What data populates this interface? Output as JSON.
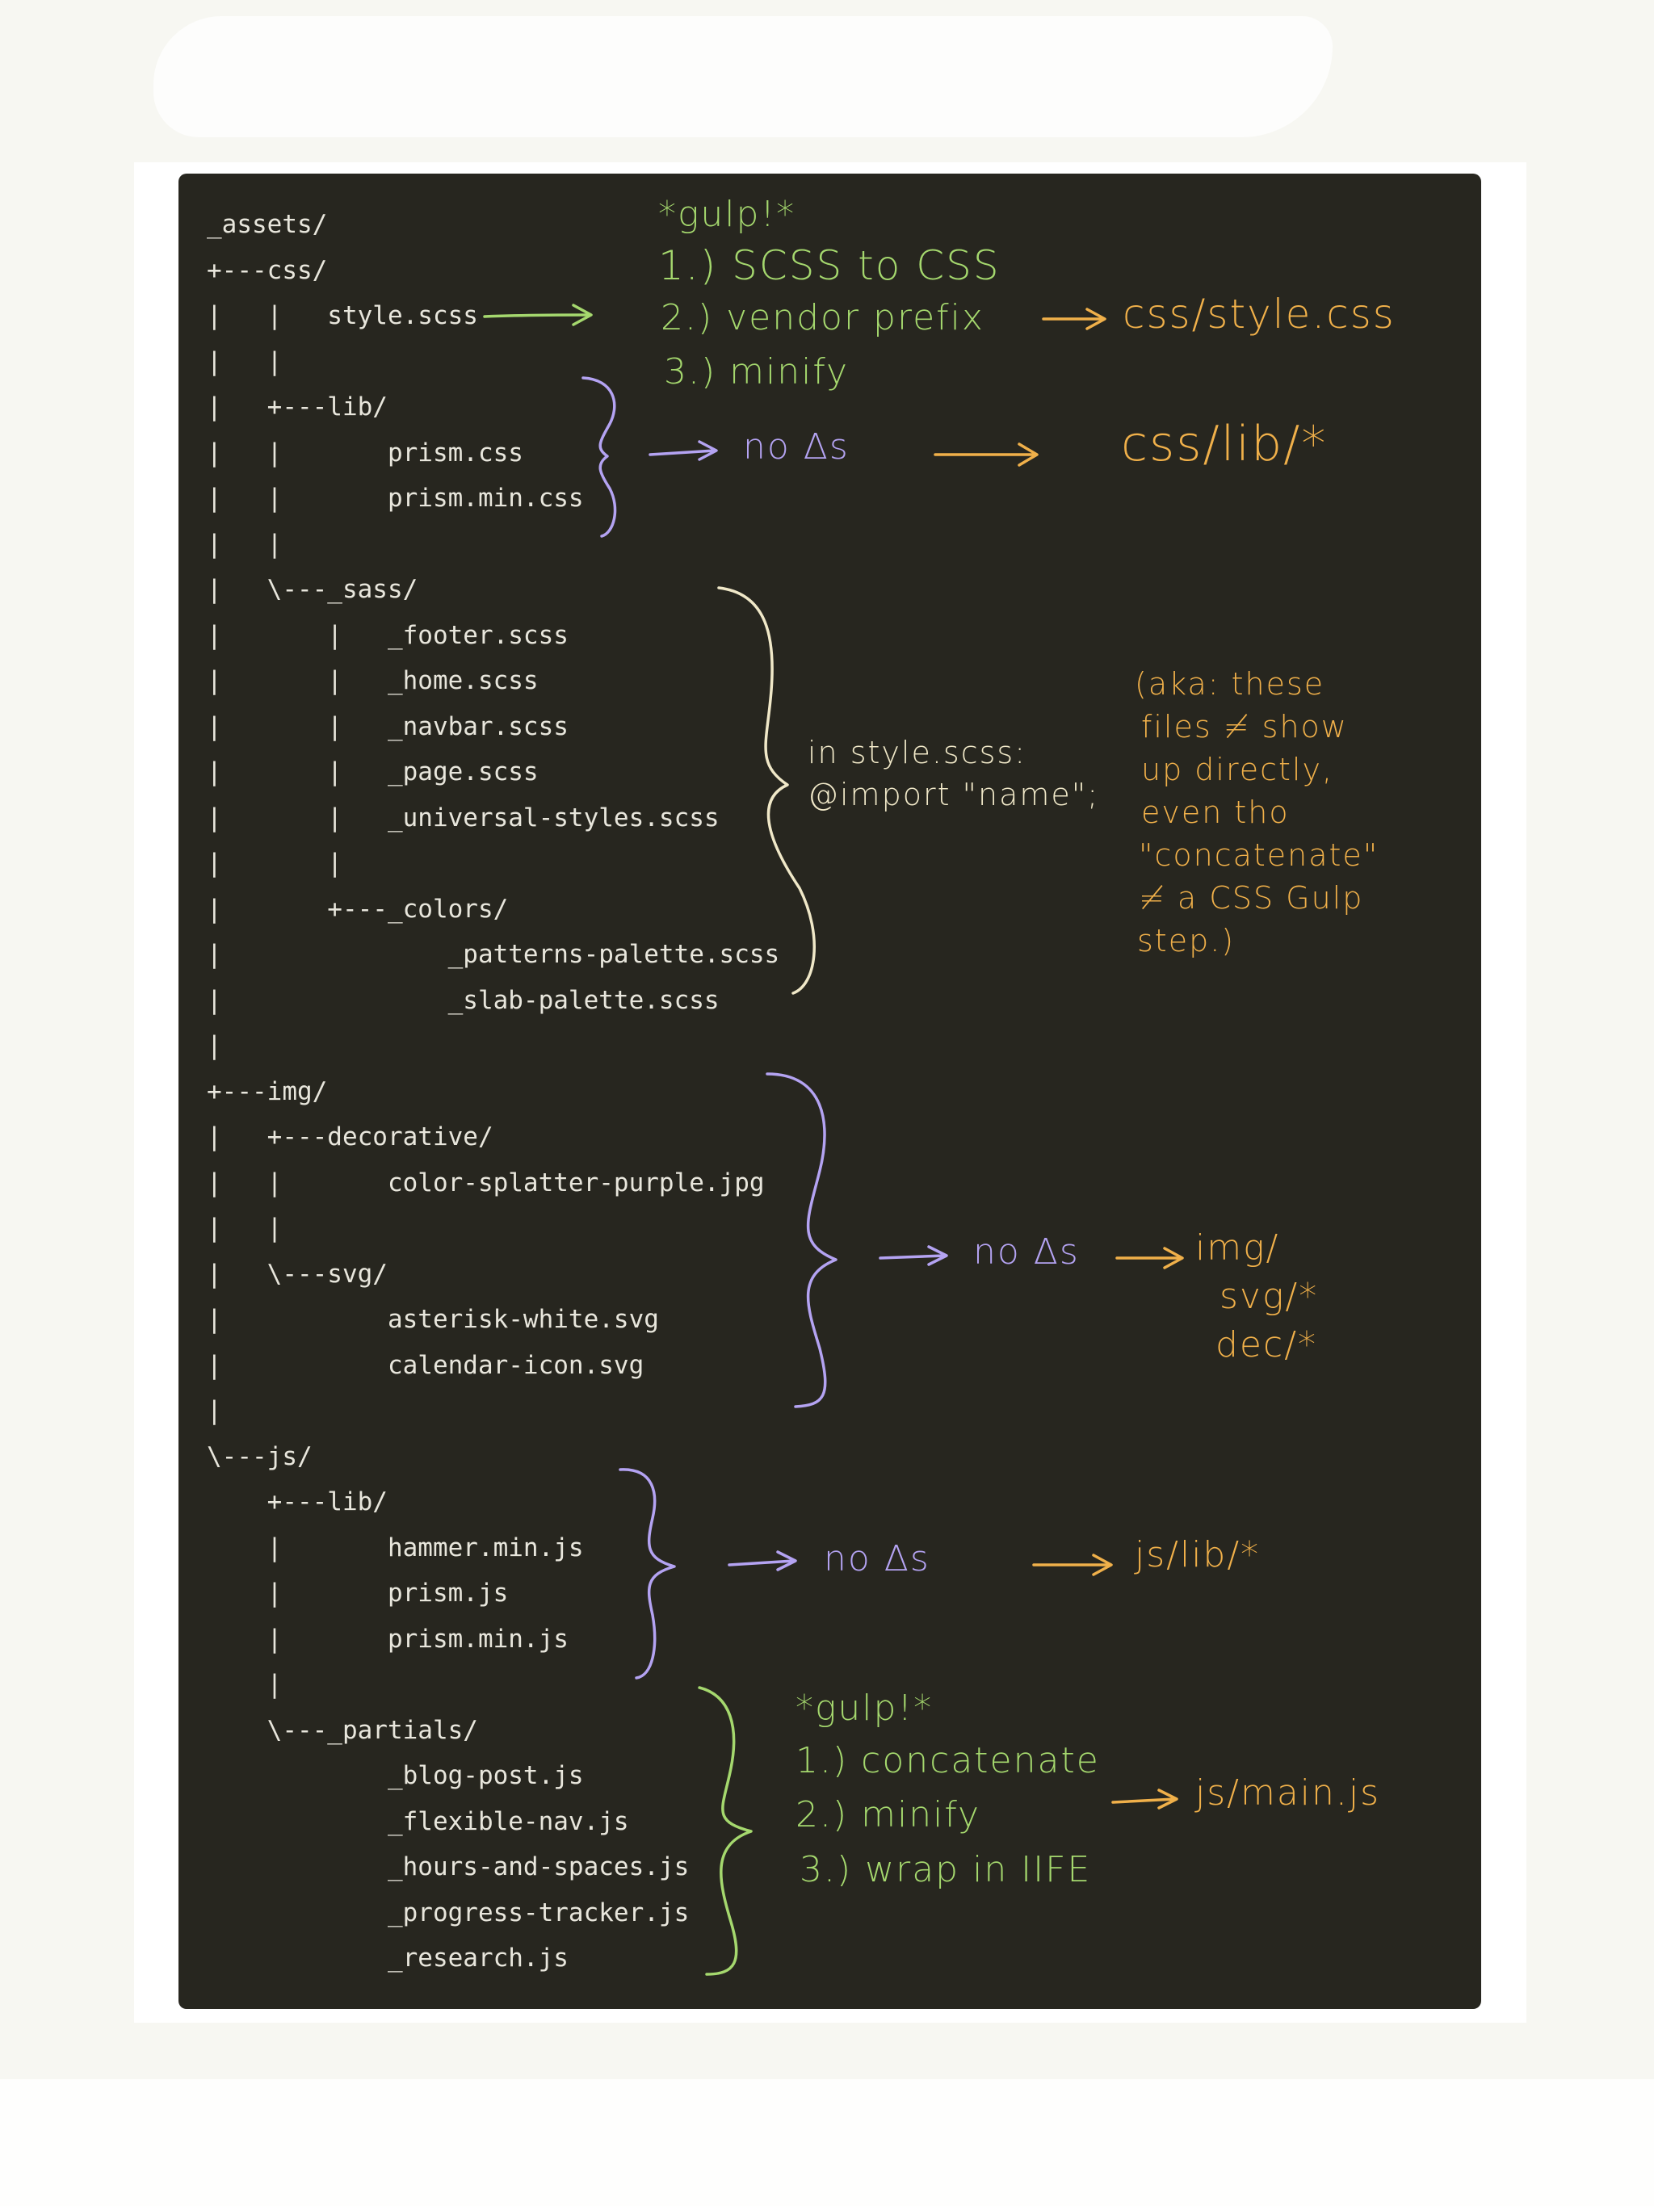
{
  "tree_lines": [
    "_assets/",
    "+---css/",
    "|   |   style.scss",
    "|   |",
    "|   +---lib/",
    "|   |       prism.css",
    "|   |       prism.min.css",
    "|   |",
    "|   \\---_sass/",
    "|       |   _footer.scss",
    "|       |   _home.scss",
    "|       |   _navbar.scss",
    "|       |   _page.scss",
    "|       |   _universal-styles.scss",
    "|       |",
    "|       +---_colors/",
    "|               _patterns-palette.scss",
    "|               _slab-palette.scss",
    "|",
    "+---img/",
    "|   +---decorative/",
    "|   |       color-splatter-purple.jpg",
    "|   |",
    "|   \\---svg/",
    "|           asterisk-white.svg",
    "|           calendar-icon.svg",
    "|",
    "\\---js/",
    "    +---lib/",
    "    |       hammer.min.js",
    "    |       prism.js",
    "    |       prism.min.js",
    "    |",
    "    \\---_partials/",
    "            _blog-post.js",
    "            _flexible-nav.js",
    "            _hours-and-spaces.js",
    "            _progress-tracker.js",
    "            _research.js"
  ],
  "annotations": {
    "css_gulp": {
      "title": "*gulp!*",
      "steps": [
        "1.) SCSS to CSS",
        "2.) vendor prefix",
        "3.) minify"
      ],
      "output": "css/style.css"
    },
    "css_lib": {
      "note": "no Δs",
      "output": "css/lib/*"
    },
    "sass": {
      "note_line1": "in style.scss:",
      "note_line2": "@import \"name\";",
      "aside": [
        "(aka: these",
        "files ≠ show",
        "up directly,",
        "even tho",
        "\"concatenate\"",
        "≠ a CSS Gulp",
        "step.)"
      ]
    },
    "img": {
      "note": "no Δs",
      "output_lines": [
        "img/",
        "svg/*",
        "dec/*"
      ]
    },
    "js_lib": {
      "note": "no Δs",
      "output": "js/lib/*"
    },
    "js_gulp": {
      "title": "*gulp!*",
      "steps": [
        "1.) concatenate",
        "2.) minify",
        "3.) wrap in IIFE"
      ],
      "output": "js/main.js"
    }
  },
  "colors": {
    "background": "#f7f7f2",
    "panel": "#27261f",
    "code_text": "#e8e6dc",
    "green": "#a5d86e",
    "orange": "#f0b04a",
    "purple": "#b4a3f2",
    "cream": "#f0e8c8"
  }
}
